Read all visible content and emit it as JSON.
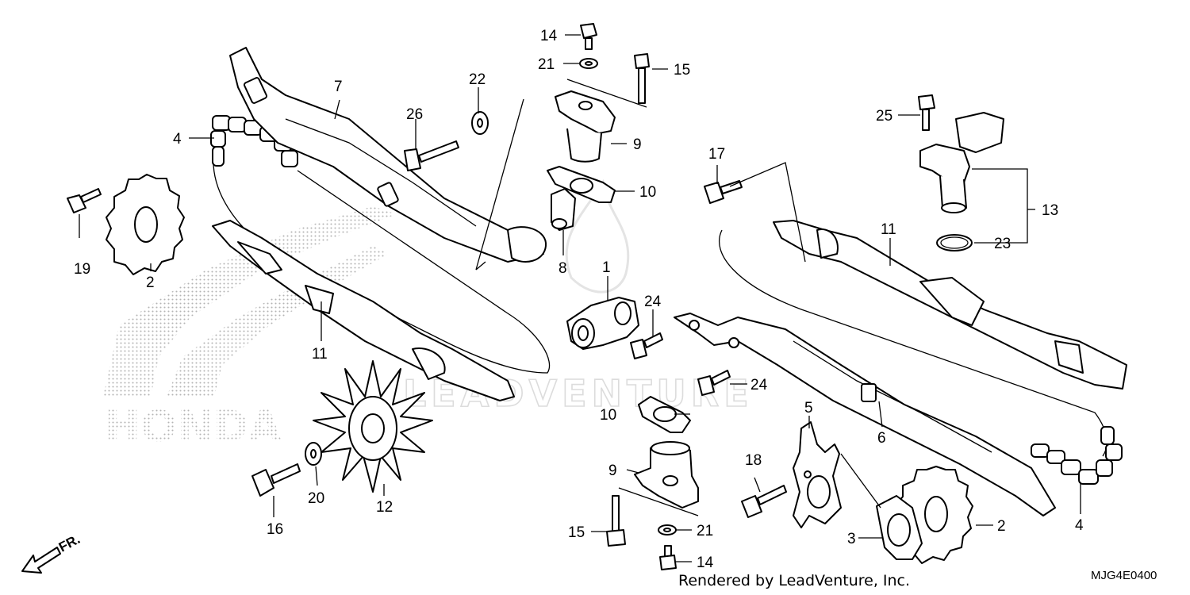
{
  "callouts": [
    {
      "id": "c7",
      "text": "7"
    },
    {
      "id": "c4a",
      "text": "4"
    },
    {
      "id": "c26",
      "text": "26"
    },
    {
      "id": "c22",
      "text": "22"
    },
    {
      "id": "c14a",
      "text": "14"
    },
    {
      "id": "c21a",
      "text": "21"
    },
    {
      "id": "c15a",
      "text": "15"
    },
    {
      "id": "c9a",
      "text": "9"
    },
    {
      "id": "c10a",
      "text": "10"
    },
    {
      "id": "c19",
      "text": "19"
    },
    {
      "id": "c2a",
      "text": "2"
    },
    {
      "id": "c8",
      "text": "8"
    },
    {
      "id": "c1",
      "text": "1"
    },
    {
      "id": "c24a",
      "text": "24"
    },
    {
      "id": "c11a",
      "text": "11"
    },
    {
      "id": "c12",
      "text": "12"
    },
    {
      "id": "c20",
      "text": "20"
    },
    {
      "id": "c16",
      "text": "16"
    },
    {
      "id": "c25",
      "text": "25"
    },
    {
      "id": "c17",
      "text": "17"
    },
    {
      "id": "c11b",
      "text": "11"
    },
    {
      "id": "c13",
      "text": "13"
    },
    {
      "id": "c23",
      "text": "23"
    },
    {
      "id": "c24b",
      "text": "24"
    },
    {
      "id": "c10b",
      "text": "10"
    },
    {
      "id": "c5",
      "text": "5"
    },
    {
      "id": "c6",
      "text": "6"
    },
    {
      "id": "c9b",
      "text": "9"
    },
    {
      "id": "c18",
      "text": "18"
    },
    {
      "id": "c15b",
      "text": "15"
    },
    {
      "id": "c21b",
      "text": "21"
    },
    {
      "id": "c14b",
      "text": "14"
    },
    {
      "id": "c3",
      "text": "3"
    },
    {
      "id": "c2b",
      "text": "2"
    },
    {
      "id": "c4b",
      "text": "4"
    }
  ],
  "direction_label": "FR.",
  "footer": {
    "rendered_by": "Rendered by LeadVenture, Inc.",
    "diagram_code": "MJG4E0400"
  },
  "watermark": {
    "brand": "HONDA",
    "text": "LEADVENTURE"
  }
}
